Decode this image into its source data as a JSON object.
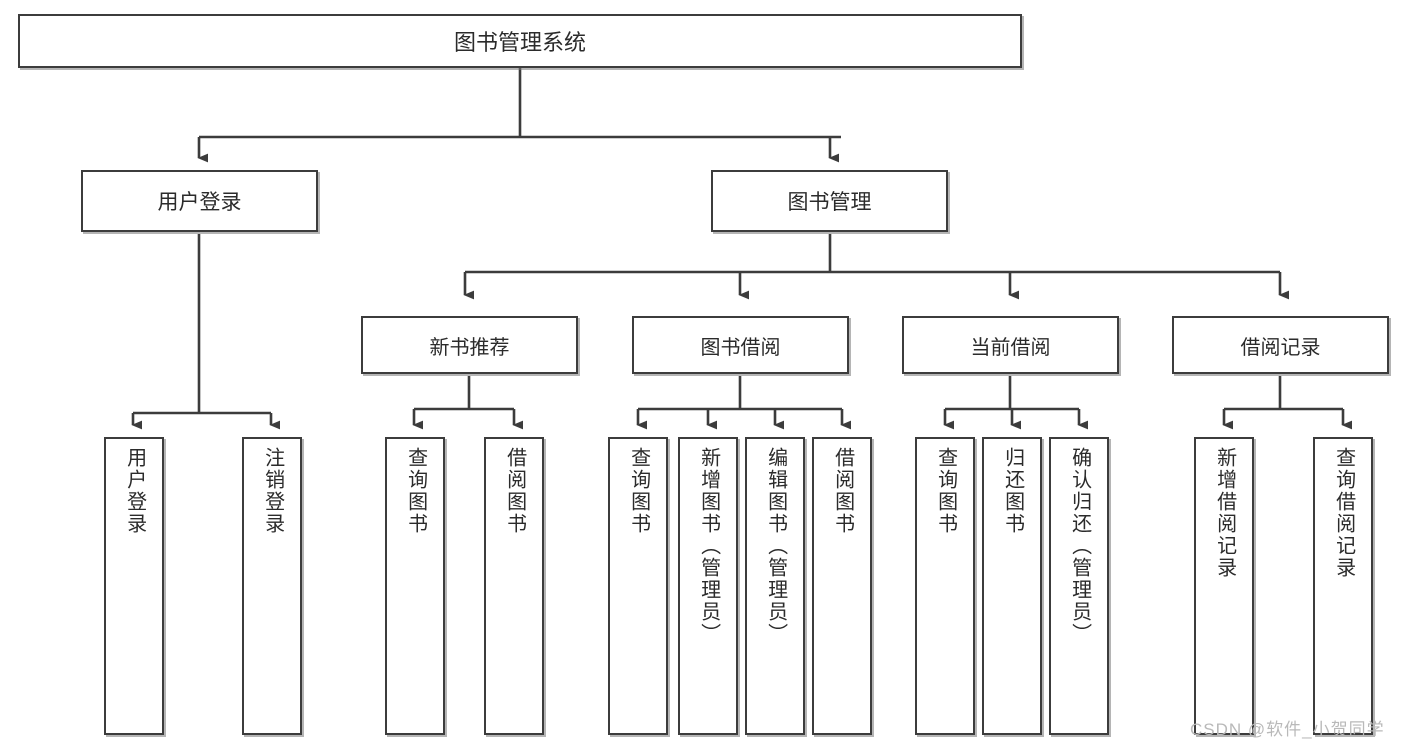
{
  "diagram": {
    "type": "tree",
    "title": "图书管理系统",
    "root": {
      "label": "图书管理系统"
    },
    "level1": [
      {
        "label": "用户登录"
      },
      {
        "label": "图书管理"
      }
    ],
    "level2": [
      {
        "label": "新书推荐"
      },
      {
        "label": "图书借阅"
      },
      {
        "label": "当前借阅"
      },
      {
        "label": "借阅记录"
      }
    ],
    "leaves": {
      "user_login": [
        {
          "label": "用户登录"
        },
        {
          "label": "注销登录"
        }
      ],
      "new_book": [
        {
          "label": "查询图书"
        },
        {
          "label": "借阅图书"
        }
      ],
      "book_borrow": [
        {
          "label": "查询图书"
        },
        {
          "label": "新增图书（管理员）"
        },
        {
          "label": "编辑图书（管理员）"
        },
        {
          "label": "借阅图书"
        }
      ],
      "current_borrow": [
        {
          "label": "查询图书"
        },
        {
          "label": "归还图书"
        },
        {
          "label": "确认归还（管理员）"
        }
      ],
      "borrow_record": [
        {
          "label": "新增借阅记录"
        },
        {
          "label": "查询借阅记录"
        }
      ]
    }
  },
  "watermark": {
    "text": "CSDN @软件_小贺同学"
  },
  "colors": {
    "border": "#3c3c3c",
    "background": "#ffffff",
    "text": "#2b2b2b",
    "watermark": "#b9b9b9"
  }
}
